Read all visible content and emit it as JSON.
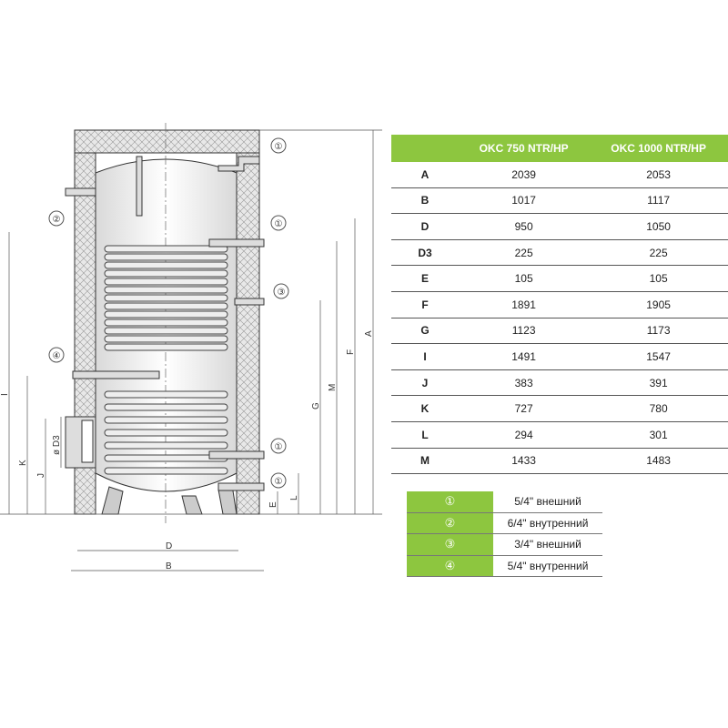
{
  "drawing": {
    "dimension_labels": {
      "A": "A",
      "B": "B",
      "D": "D",
      "E": "E",
      "F": "F",
      "G": "G",
      "I": "I",
      "J": "J",
      "K": "K",
      "L": "L",
      "M": "M",
      "D3": "ø D3"
    },
    "callouts": [
      "①",
      "②",
      "③",
      "④"
    ]
  },
  "spec_table": {
    "headers": [
      "",
      "OKC 750 NTR/HP",
      "OKC 1000 NTR/HP"
    ],
    "rows": [
      [
        "A",
        "2039",
        "2053"
      ],
      [
        "B",
        "1017",
        "1117"
      ],
      [
        "D",
        "950",
        "1050"
      ],
      [
        "D3",
        "225",
        "225"
      ],
      [
        "E",
        "105",
        "105"
      ],
      [
        "F",
        "1891",
        "1905"
      ],
      [
        "G",
        "1123",
        "1173"
      ],
      [
        "I",
        "1491",
        "1547"
      ],
      [
        "J",
        "383",
        "391"
      ],
      [
        "K",
        "727",
        "780"
      ],
      [
        "L",
        "294",
        "301"
      ],
      [
        "M",
        "1433",
        "1483"
      ]
    ]
  },
  "legend": [
    {
      "num": "①",
      "desc": "5/4\" внешний"
    },
    {
      "num": "②",
      "desc": "6/4\"  внутренний"
    },
    {
      "num": "③",
      "desc": "3/4\" внешний"
    },
    {
      "num": "④",
      "desc": "5/4\" внутренний"
    }
  ],
  "colors": {
    "accent": "#8dc63f"
  }
}
